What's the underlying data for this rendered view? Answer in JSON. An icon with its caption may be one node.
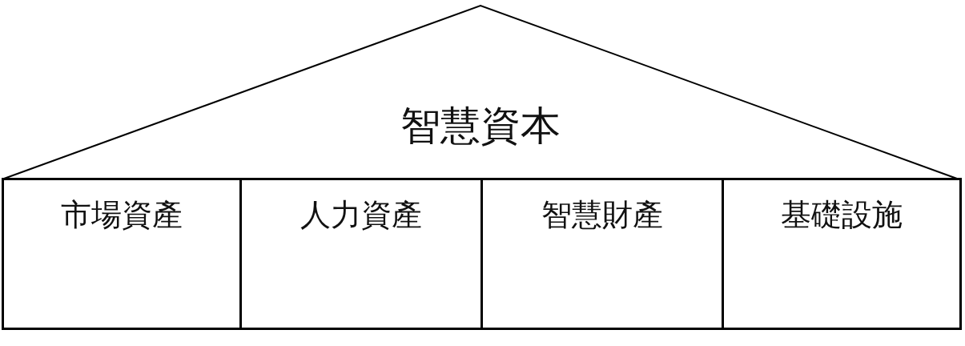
{
  "diagram": {
    "nodes": [
      {
        "text": [
          "智慧資本"
        ]
      },
      {
        "text": [
          "市場資產"
        ]
      },
      {
        "text": [
          "人力資產"
        ]
      },
      {
        "text": [
          "智慧財產"
        ]
      },
      {
        "text": [
          "基礎設施"
        ]
      }
    ],
    "edges": []
  }
}
